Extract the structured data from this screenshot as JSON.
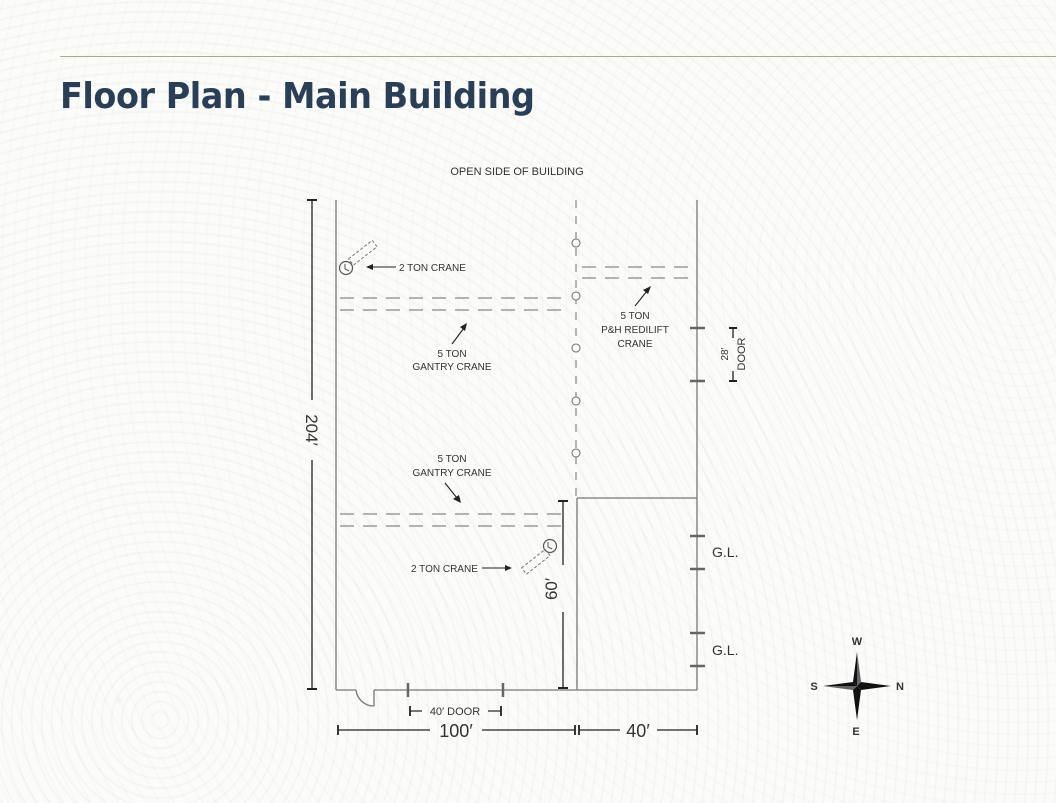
{
  "header": {
    "title": "Floor Plan - Main Building"
  },
  "plan": {
    "top_label": "OPEN SIDE OF BUILDING",
    "dimensions": {
      "height_total": "204′",
      "width_left": "100′",
      "width_right": "40′",
      "annex_height": "60′",
      "bottom_door": "40′ DOOR",
      "side_door_size": "28′",
      "side_door_label": "DOOR"
    },
    "cranes": {
      "jib_top": "2 TON CRANE",
      "gantry_top_line1": "5 TON",
      "gantry_top_line2": "GANTRY CRANE",
      "redilift_line1": "5 TON",
      "redilift_line2": "P&H REDILIFT",
      "redilift_line3": "CRANE",
      "gantry_bottom_line1": "5 TON",
      "gantry_bottom_line2": "GANTRY CRANE",
      "jib_bottom": "2 TON CRANE"
    },
    "grade_level_doors": [
      "G.L.",
      "G.L."
    ]
  },
  "compass": {
    "top": "W",
    "left": "S",
    "right": "N",
    "bottom": "E"
  },
  "colors": {
    "title": "#2a3f55",
    "rule": "#a9ad7c",
    "lines": "#666666"
  }
}
